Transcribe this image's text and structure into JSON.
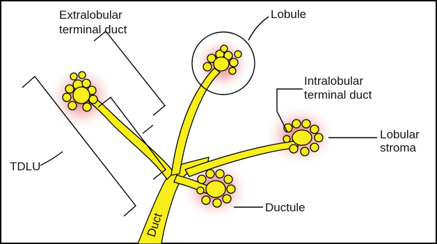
{
  "labels": {
    "extralobular": [
      "Extralobular",
      "terminal duct"
    ],
    "lobule": "Lobule",
    "intralobular": [
      "Intralobular",
      "terminal duct"
    ],
    "lobular_stroma": [
      "Lobular",
      "stroma"
    ],
    "tdlu": "TDLU",
    "ductule": "Ductule",
    "duct": "Duct"
  },
  "colors": {
    "duct_fill": "#f7ee1c",
    "duct_stroke": "#000000",
    "halo": "#e07070",
    "frame": "#000000",
    "text": "#111111"
  }
}
